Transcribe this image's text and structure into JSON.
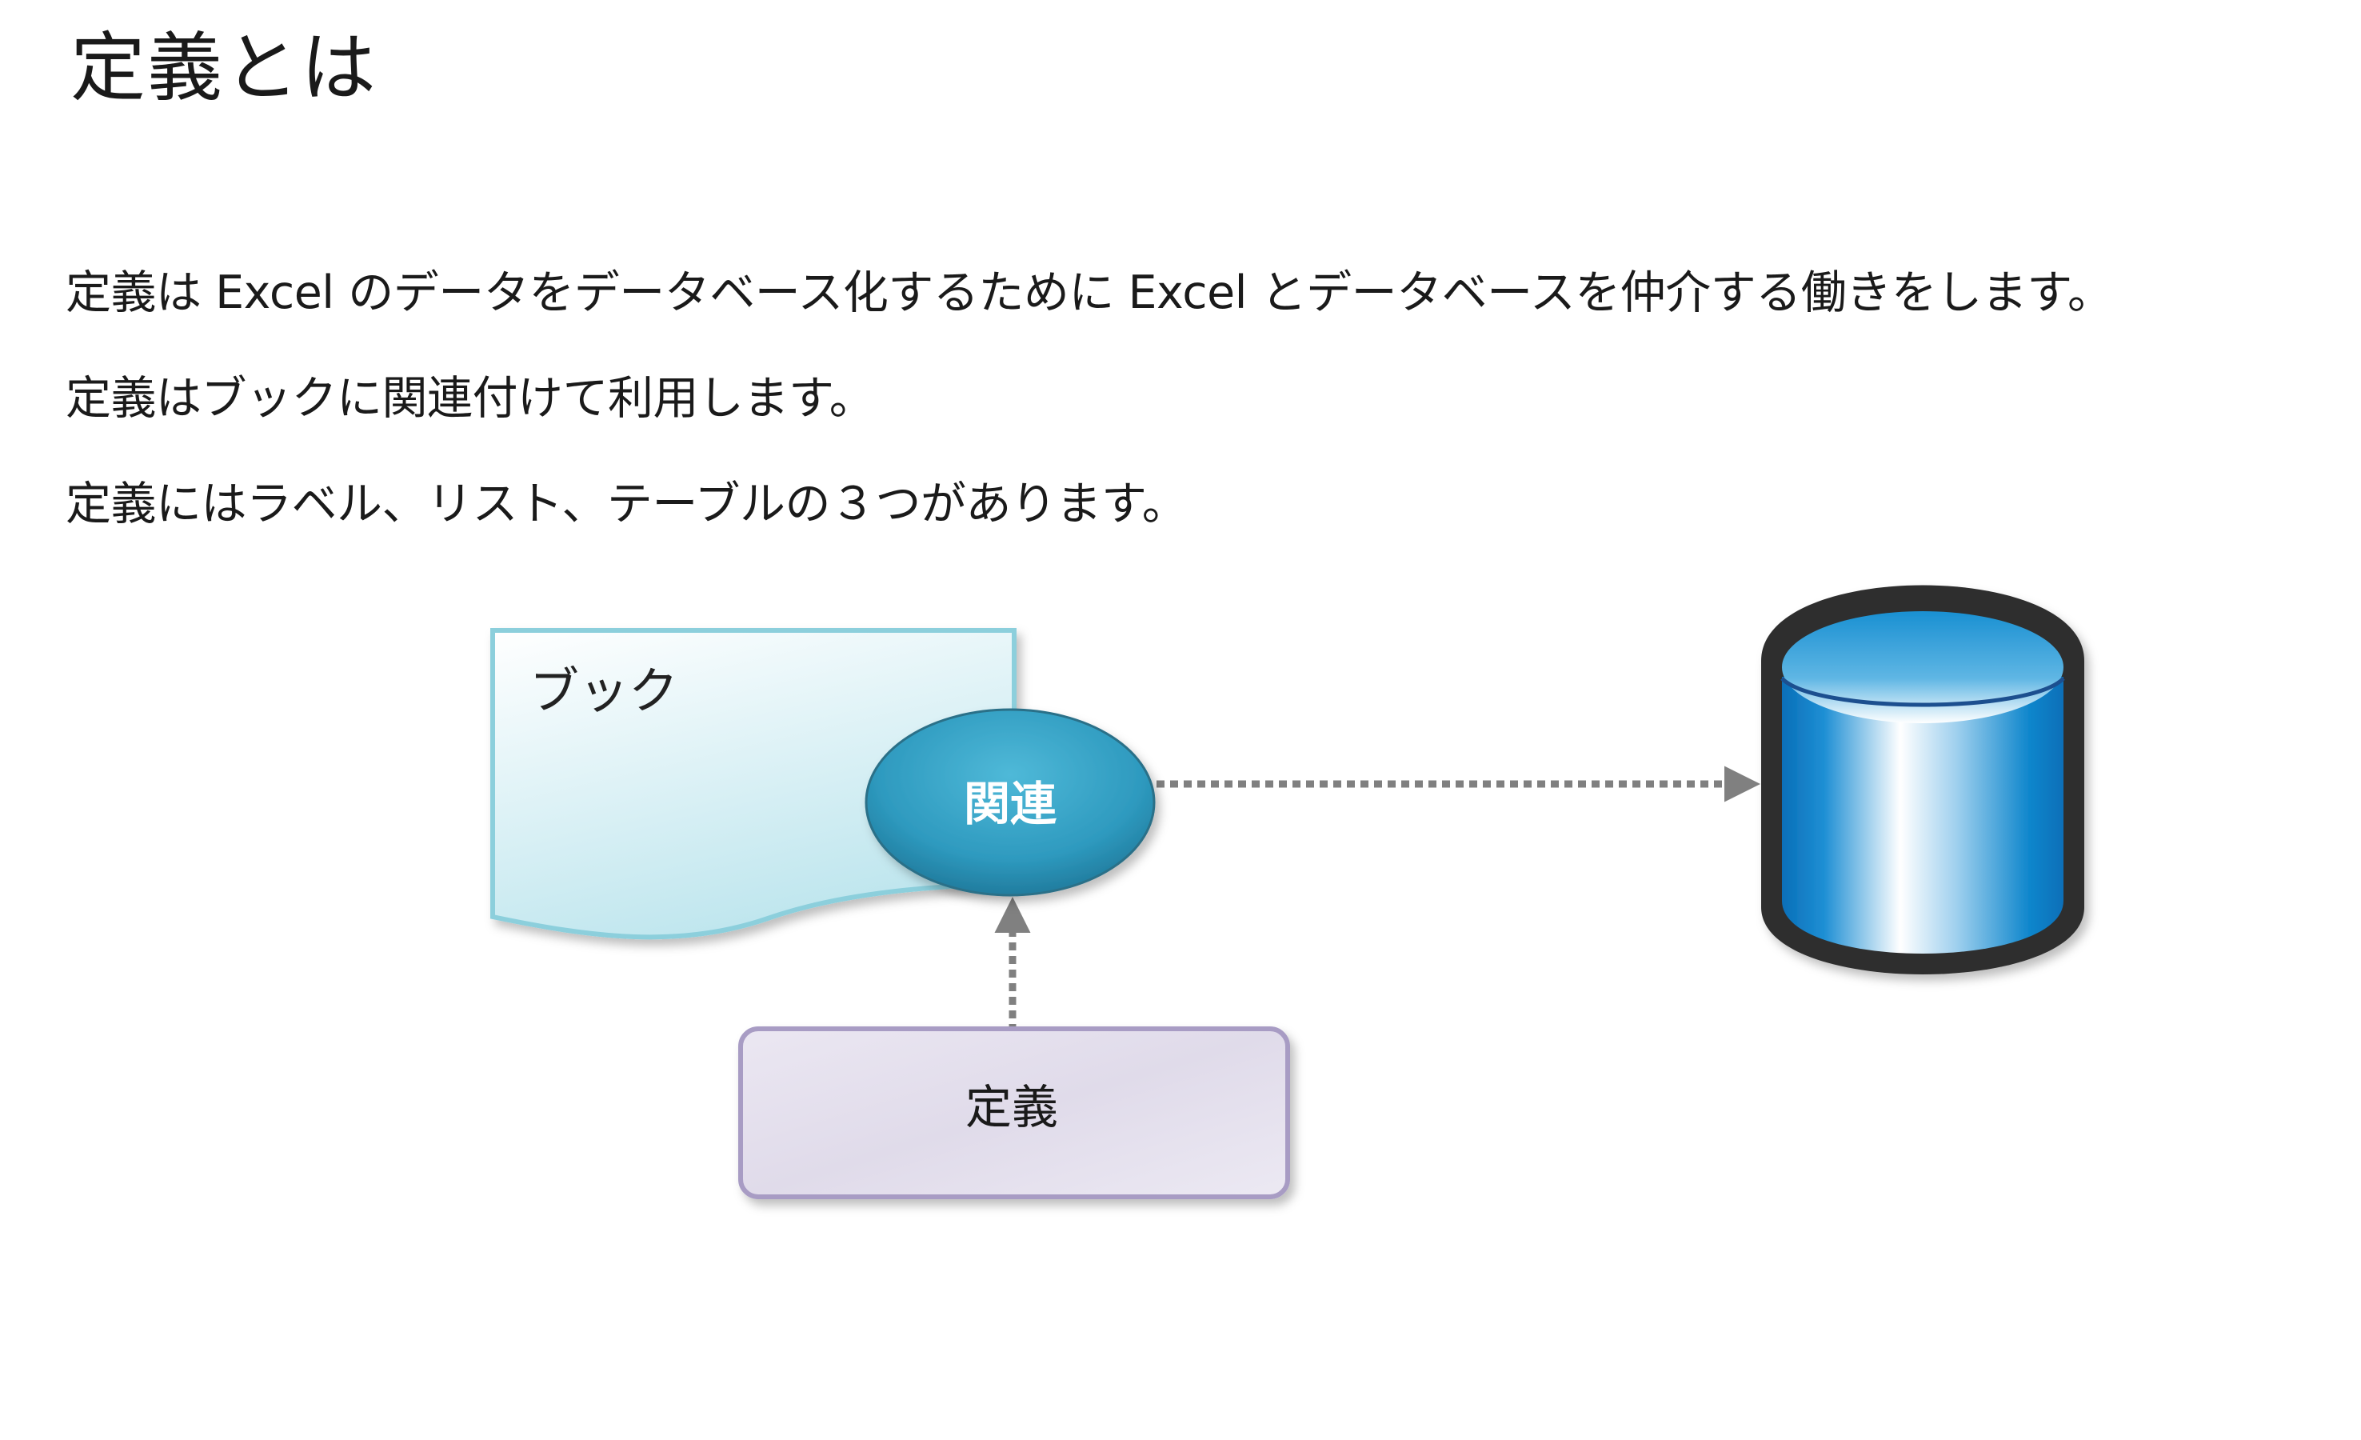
{
  "page": {
    "title": "定義とは"
  },
  "paragraphs": [
    "定義は Excel のデータをデータベース化するために Excel とデータベースを仲介する働きをします。",
    "定義はブックに関連付けて利用します。",
    "定義にはラベル、リスト、テーブルの３つがあります。"
  ],
  "diagram": {
    "book_label": "ブック",
    "link_label": "関連",
    "definition_label": "定義",
    "colors": {
      "book_fill": "#e6f5f8",
      "book_border": "#8ccfdc",
      "link_fill": "#2f9bbf",
      "definition_fill": "#ddd8e8",
      "definition_border": "#a89cc4",
      "database_fill": "#1a8fd0",
      "database_rim": "#333333",
      "arrow": "#808080"
    },
    "icons": [
      "document-shape",
      "ellipse-node",
      "database-icon",
      "arrow-right",
      "arrow-up"
    ]
  }
}
